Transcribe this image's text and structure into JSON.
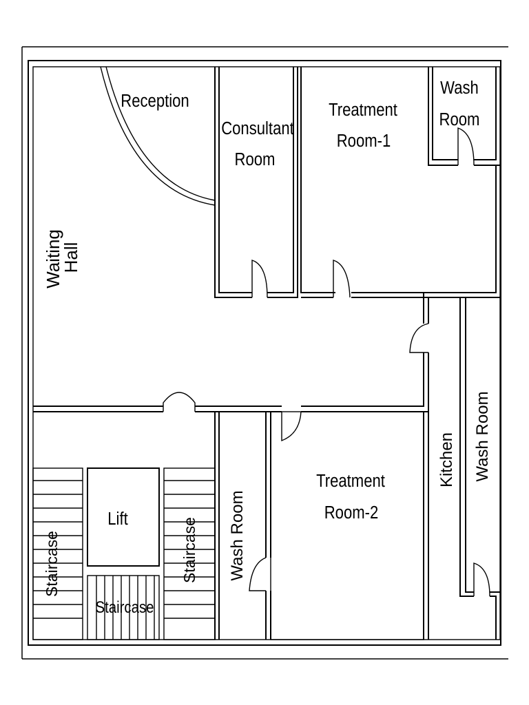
{
  "rooms": {
    "reception": "Reception",
    "consultant_1": "Consultant",
    "consultant_2": "Room",
    "treatment1_1": "Treatment",
    "treatment1_2": "Room-1",
    "wash_top_1": "Wash",
    "wash_top_2": "Room",
    "waiting_1": "Waiting",
    "waiting_2": "Hall",
    "treatment2_1": "Treatment",
    "treatment2_2": "Room-2",
    "kitchen": "Kitchen",
    "wash_right": "Wash Room",
    "wash_mid": "Wash Room",
    "lift": "Lift",
    "staircase_left": "Staircase",
    "staircase_mid": "Staircase",
    "staircase_bottom": "Staircase"
  }
}
